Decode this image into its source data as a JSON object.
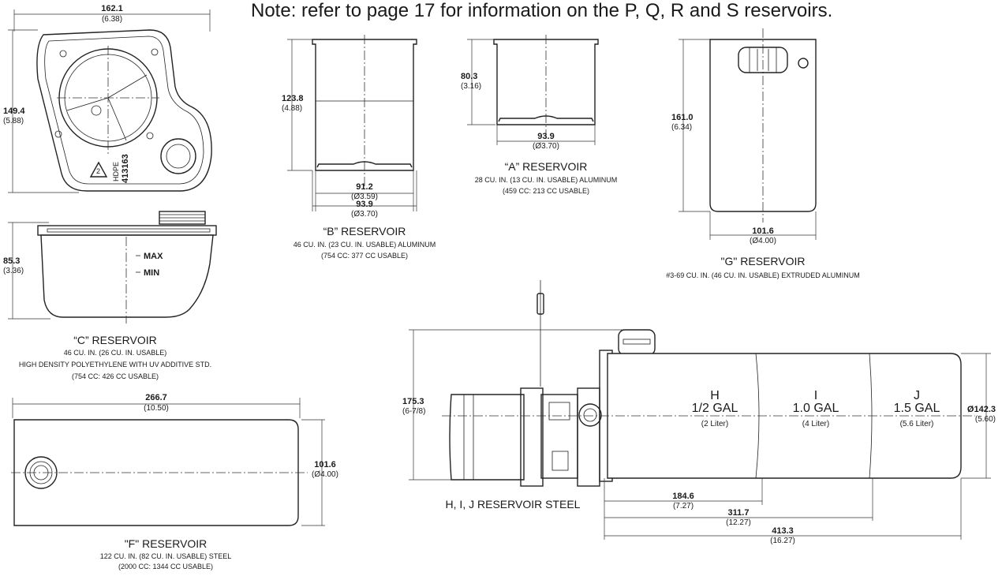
{
  "note": "Note: refer to page 17 for information on the P, Q, R and S reservoirs.",
  "c_reservoir": {
    "width_mm": "162.1",
    "width_in": "(6.38)",
    "depth_mm": "149.4",
    "depth_in": "(5.88)",
    "height_mm": "85.3",
    "height_in": "(3.36)",
    "mark_hdpe": "HDPE",
    "mark_part": "413163",
    "mark_recycle": "2",
    "max_label": "MAX",
    "min_label": "MIN",
    "title": "“C” RESERVOIR",
    "line1": "46 CU. IN. (26 CU. IN. USABLE)",
    "line2": "HIGH DENSITY POLYETHYLENE WITH UV ADDITIVE STD.",
    "line3": "(754 CC: 426 CC USABLE)"
  },
  "b_reservoir": {
    "height_mm": "123.8",
    "height_in": "(4.88)",
    "inner_mm": "91.2",
    "inner_in": "(Ø3.59)",
    "outer_mm": "93.9",
    "outer_in": "(Ø3.70)",
    "title": "“B” RESERVOIR",
    "line1": "46 CU. IN. (23 CU. IN. USABLE) ALUMINUM",
    "line2": "(754 CC: 377 CC USABLE)"
  },
  "a_reservoir": {
    "height_mm": "80.3",
    "height_in": "(3.16)",
    "width_mm": "93.9",
    "width_in": "(Ø3.70)",
    "title": "“A” RESERVOIR",
    "line1": "28 CU. IN. (13 CU. IN. USABLE) ALUMINUM",
    "line2": "(459 CC: 213 CC USABLE)"
  },
  "g_reservoir": {
    "height_mm": "161.0",
    "height_in": "(6.34)",
    "width_mm": "101.6",
    "width_in": "(Ø4.00)",
    "title": "\"G\" RESERVOIR",
    "line1": "#3-69 CU. IN. (46 CU. IN. USABLE) EXTRUDED ALUMINUM"
  },
  "f_reservoir": {
    "length_mm": "266.7",
    "length_in": "(10.50)",
    "dia_mm": "101.6",
    "dia_in": "(Ø4.00)",
    "title": "\"F\" RESERVOIR",
    "line1": "122 CU. IN. (82 CU. IN. USABLE) STEEL",
    "line2": "(2000 CC: 1344 CC USABLE)"
  },
  "hij_reservoir": {
    "height_mm": "175.3",
    "height_in": "(6-7/8)",
    "dia_mm": "Ø142.3",
    "dia_in": "(5.60)",
    "len_h_mm": "184.6",
    "len_h_in": "(7.27)",
    "len_i_mm": "311.7",
    "len_i_in": "(12.27)",
    "len_j_mm": "413.3",
    "len_j_in": "(16.27)",
    "h_letter": "H",
    "h_gal": "1/2 GAL",
    "h_liter": "(2 Liter)",
    "i_letter": "I",
    "i_gal": "1.0 GAL",
    "i_liter": "(4 Liter)",
    "j_letter": "J",
    "j_gal": "1.5 GAL",
    "j_liter": "(5.6 Liter)",
    "title": "H, I, J RESERVOIR STEEL"
  }
}
